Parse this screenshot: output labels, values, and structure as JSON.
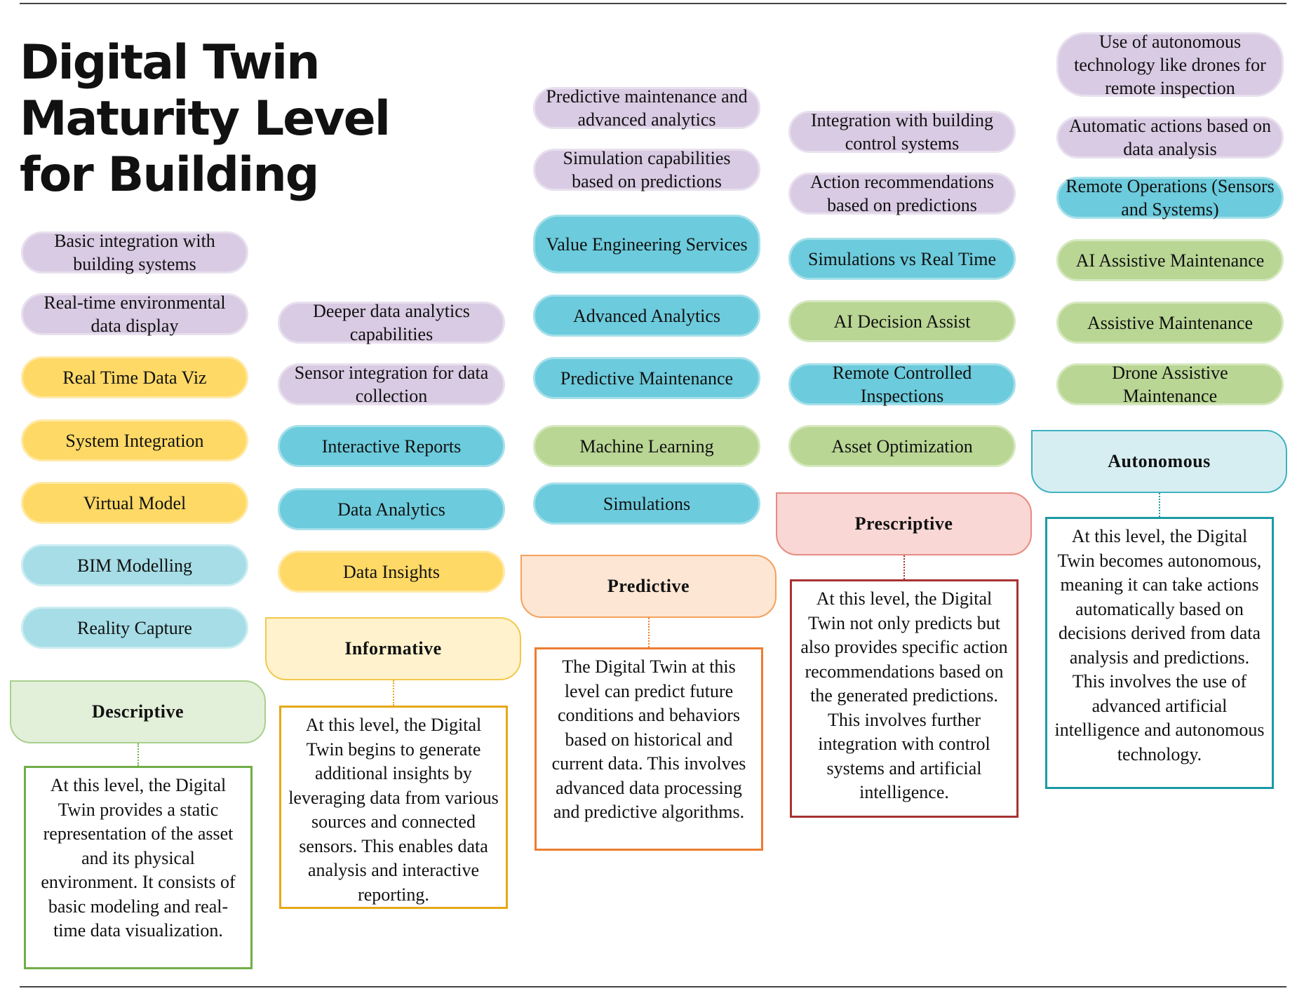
{
  "title": "Digital Twin Maturity Level for Building",
  "levels": [
    {
      "name": "Descriptive",
      "description": "At this level, the Digital Twin provides a static representation of the asset and its physical environment. It consists of basic modeling and real-time data visualization.",
      "items": [
        "Basic integration with building systems",
        "Real-time environmental data display",
        "Real Time Data Viz",
        "System Integration",
        "Virtual Model",
        "BIM Modelling",
        "Reality Capture"
      ]
    },
    {
      "name": "Informative",
      "description": "At this level, the Digital Twin begins to generate additional insights by leveraging data from various sources and connected sensors. This enables data analysis and interactive reporting.",
      "items": [
        "Deeper data analytics capabilities",
        "Sensor integration for data collection",
        "Interactive Reports",
        "Data Analytics",
        "Data Insights"
      ]
    },
    {
      "name": "Predictive",
      "description": "The Digital Twin at this level can predict future conditions and behaviors based on historical and current data. This involves advanced data processing and predictive algorithms.",
      "items": [
        "Predictive maintenance and advanced analytics",
        "Simulation capabilities based on predictions",
        "Value Engineering Services",
        "Advanced Analytics",
        "Predictive Maintenance",
        "Machine Learning",
        "Simulations"
      ]
    },
    {
      "name": "Prescriptive",
      "description": "At this level, the Digital Twin not only predicts but also provides specific action recommendations based on the generated predictions. This involves further integration with control systems and artificial intelligence.",
      "items": [
        "Integration with building control systems",
        "Action recommendations based on predictions",
        "Simulations vs Real Time",
        "AI Decision Assist",
        "Remote Controlled Inspections",
        "Asset Optimization"
      ]
    },
    {
      "name": "Autonomous",
      "description": "At this level, the Digital Twin becomes autonomous, meaning it can take actions automatically based on decisions derived from data analysis and predictions. This involves the use of advanced artificial intelligence and autonomous technology.",
      "items": [
        "Use of autonomous technology like drones for remote inspection",
        "Automatic actions based on data analysis",
        "Remote Operations (Sensors and Systems)",
        "AI Assistive Maintenance",
        "Assistive Maintenance",
        "Drone Assistive Maintenance"
      ]
    }
  ],
  "colors": {
    "purple": "#d9cbe3",
    "yellow": "#ffd966",
    "cyan": "#6ccbdc",
    "light_blue": "#a6dde6",
    "green": "#b9d694",
    "descriptive_border": "#70ad47",
    "informative_border": "#e6a817",
    "predictive_border": "#ed7d31",
    "prescriptive_border": "#a83232",
    "autonomous_border": "#1b9aa4"
  }
}
